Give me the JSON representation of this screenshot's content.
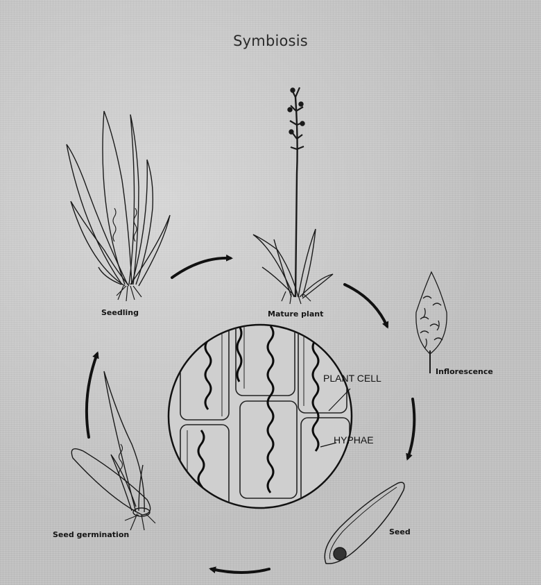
{
  "title": "Symbiosis",
  "stages": {
    "seedling": "Seedling",
    "mature_plant": "Mature plant",
    "inflorescence": "Inflorescence",
    "seed": "Seed",
    "seed_germination": "Seed germination"
  },
  "inset": {
    "plant_cell": "PLANT CELL",
    "hyphae": "HYPHAE"
  },
  "colors": {
    "ink": "#141414",
    "paper": "#c4c4c4"
  }
}
